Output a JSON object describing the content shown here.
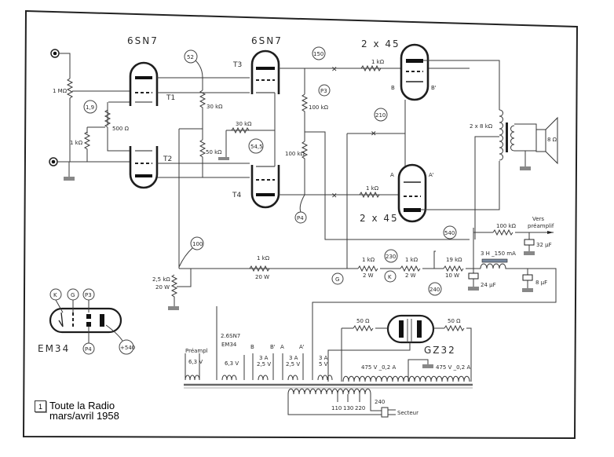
{
  "tubes": {
    "driver_type": "6SN7",
    "phase_inverter_type": "6SN7",
    "output_top_type": "2 x 45",
    "output_bottom_type": "2 x 45",
    "rectifier_type": "GZ32",
    "indicator_type": "EM34",
    "sections": [
      "T1",
      "T2",
      "T3",
      "T4"
    ]
  },
  "resistors": {
    "input_pot": "1 MΩ",
    "cathode_pot": "500 Ω",
    "grid_leak": "1 kΩ",
    "t1_load": "30 kΩ",
    "t2_load": "50 kΩ",
    "t3_cathode": "30 kΩ",
    "t3_plate": "100 kΩ",
    "t4_plate": "100 kΩ",
    "grid_stop_b": "1 kΩ",
    "grid_stop_a": "1 kΩ",
    "bias_pot": "2,5 kΩ",
    "bias_pot_power": "20 W",
    "bias_series": "1 kΩ",
    "bias_series_power": "20 W",
    "filter_1": "1 kΩ",
    "filter_1_power": "2 W",
    "filter_2": "1 kΩ",
    "filter_2_power": "2 W",
    "filter_3": "19 kΩ",
    "filter_3_power": "10 W",
    "preamp_feed": "100 kΩ",
    "rect_left": "50 Ω",
    "rect_right": "50 Ω"
  },
  "voltages": {
    "v52": "52",
    "v150": "150",
    "v1_9": "1,9",
    "v54_5": "54,5",
    "v210": "210",
    "v100": "100",
    "v230": "230",
    "v240": "240",
    "v540": "540",
    "v_em34": "+540"
  },
  "test_points": {
    "p3": "P3",
    "p4": "P4",
    "g": "G",
    "k": "K"
  },
  "output": {
    "primary": "2 x 8 kΩ",
    "speaker": "8 Ω",
    "pin_b": "B",
    "pin_b_prime": "B'",
    "pin_a": "A",
    "pin_a_prime": "A'"
  },
  "power_supply": {
    "choke": "3 H _150 mA",
    "cap_24": "24 µF",
    "cap_8": "8 µF",
    "cap_32": "32 µF",
    "preamp_label_1": "Vers",
    "preamp_label_2": "préamplif",
    "hv_left": "475 V _0,2 A",
    "hv_right": "475 V _0,2 A",
    "heaters": [
      {
        "top": "Préampl",
        "current": "",
        "volt": "6,3 V"
      },
      {
        "top": "2.6SN7",
        "top2": "EM34",
        "current": "",
        "volt": "6,3 V"
      },
      {
        "top": "B",
        "top2": "B'",
        "current": "3 A",
        "volt": "2,5 V"
      },
      {
        "top": "A",
        "top2": "A'",
        "current": "3 A",
        "volt": "2,5 V"
      },
      {
        "top": "",
        "current": "3 A",
        "volt": "5 V"
      }
    ],
    "taps": [
      "110",
      "130",
      "220",
      "240"
    ],
    "mains": "Secteur"
  },
  "caption": {
    "number": "1",
    "line1": "Toute la Radio",
    "line2": "mars/avril 1958"
  }
}
